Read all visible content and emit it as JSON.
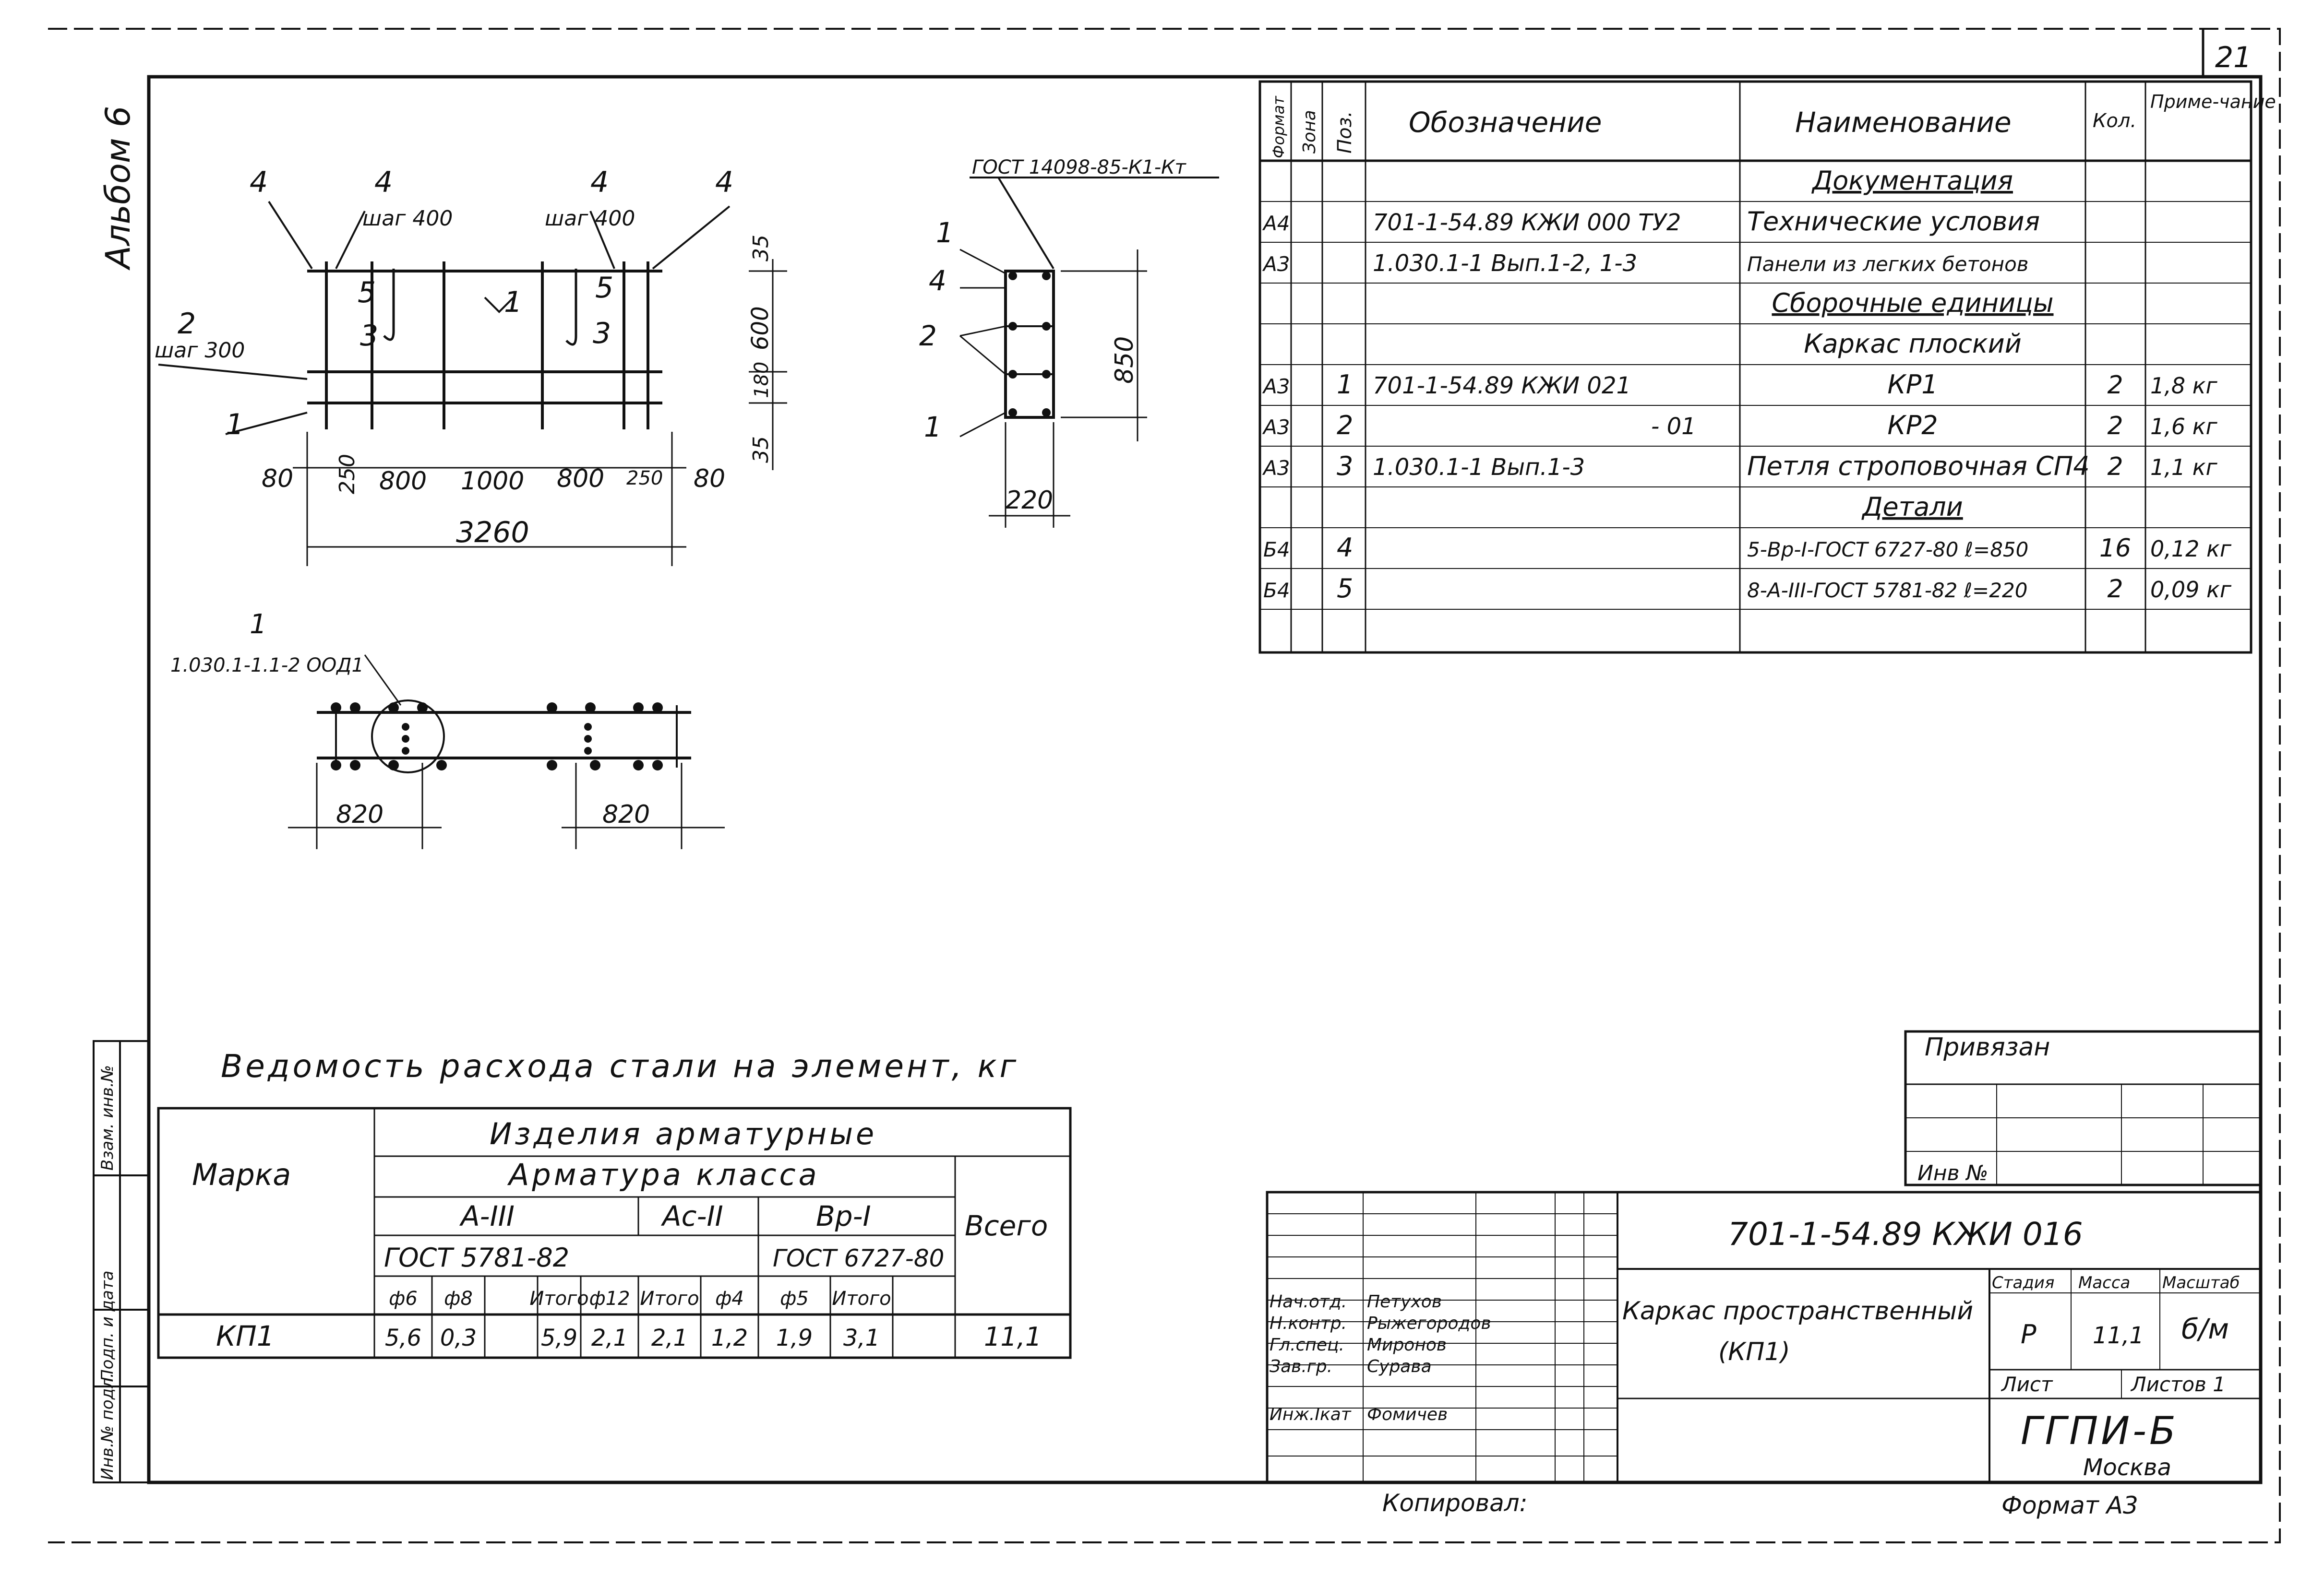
{
  "page": {
    "number": "21",
    "album": "Альбом 6"
  },
  "drawing_main": {
    "labels": {
      "p4a": "4",
      "p4b": "4",
      "p4c": "4",
      "p4d": "4",
      "p2": "2",
      "p1": "1",
      "p5a": "5",
      "p5b": "5",
      "p3a": "3",
      "p3b": "3",
      "p1mid": "1"
    },
    "steps": {
      "s1": "шаг 400",
      "s2": "шаг 400",
      "s3": "шаг 300"
    },
    "dims_h": [
      "80",
      "250",
      "800",
      "1000",
      "800",
      "250",
      "80"
    ],
    "dim_total": "3260",
    "dims_v": [
      "35",
      "600",
      "180",
      "35"
    ]
  },
  "drawing_section": {
    "gost": "ГОСТ 14098-85-К1-Кт",
    "labels": [
      "1",
      "4",
      "2",
      "1"
    ],
    "dim_height": "850",
    "dim_width": "220"
  },
  "drawing_plan": {
    "ref_num": "1",
    "ref": "1.030.1-1.1-2 ООД1",
    "dims": [
      "820",
      "820"
    ]
  },
  "spec": {
    "headers": {
      "format": "Формат",
      "zone": "Зона",
      "pos": "Поз.",
      "designation": "Обозначение",
      "name": "Наименование",
      "qty": "Кол.",
      "note": "Приме-чание"
    },
    "rows": [
      {
        "format": "",
        "pos": "",
        "designation": "",
        "name": "Документация",
        "qty": "",
        "note": "",
        "underline": true
      },
      {
        "format": "А4",
        "pos": "",
        "designation": "701-1-54.89  КЖИ 000 ТУ2",
        "name": "Технические условия",
        "qty": "",
        "note": ""
      },
      {
        "format": "А3",
        "pos": "",
        "designation": "1.030.1-1   Вып.1-2, 1-3",
        "name": "Панели из легких бетонов",
        "qty": "",
        "note": ""
      },
      {
        "format": "",
        "pos": "",
        "designation": "",
        "name": "Сборочные единицы",
        "qty": "",
        "note": "",
        "underline": true
      },
      {
        "format": "",
        "pos": "",
        "designation": "",
        "name": "Каркас   плоский",
        "qty": "",
        "note": ""
      },
      {
        "format": "А3",
        "pos": "1",
        "designation": "701-1-54.89     КЖИ 021",
        "name": "КР1",
        "qty": "2",
        "note": "1,8 кг"
      },
      {
        "format": "А3",
        "pos": "2",
        "designation": "- 01",
        "name": "КР2",
        "qty": "2",
        "note": "1,6 кг"
      },
      {
        "format": "А3",
        "pos": "3",
        "designation": "1.030.1-1    Вып.1-3",
        "name": "Петля строповочная СП4",
        "qty": "2",
        "note": "1,1 кг"
      },
      {
        "format": "",
        "pos": "",
        "designation": "",
        "name": "Детали",
        "qty": "",
        "note": "",
        "underline": true
      },
      {
        "format": "Б4",
        "pos": "4",
        "designation": "",
        "name": "5-Вр-I-ГОСТ 6727-80 ℓ=850",
        "qty": "16",
        "note": "0,12 кг"
      },
      {
        "format": "Б4",
        "pos": "5",
        "designation": "",
        "name": "8-А-III-ГОСТ 5781-82 ℓ=220",
        "qty": "2",
        "note": "0,09 кг"
      },
      {
        "format": "",
        "pos": "",
        "designation": "",
        "name": "",
        "qty": "",
        "note": ""
      }
    ]
  },
  "steel": {
    "title": "Ведомость расхода стали на элемент, кг",
    "marka": "Марка",
    "izdeliya": "Изделия арматурные",
    "armatura": "Арматура класса",
    "classes": [
      "А-III",
      "Ас-II",
      "Вр-I"
    ],
    "gost_a": "ГОСТ 5781-82",
    "gost_b": "ГОСТ 6727-80",
    "total_head": "Всего",
    "cols": [
      "ф6",
      "ф8",
      "",
      "Итого",
      "ф12",
      "Итого",
      "ф4",
      "ф5",
      "Итого"
    ],
    "row": {
      "mark": "КП1",
      "values": [
        "5,6",
        "0,3",
        "",
        "5,9",
        "2,1",
        "2,1",
        "1,2",
        "1,9",
        "3,1"
      ],
      "total": "11,1"
    }
  },
  "side_stamp": [
    "Инв.№ подл.",
    "Подп. и дата",
    "Взам. инв.№"
  ],
  "privyazan": {
    "title": "Привязан",
    "inv": "Инв №"
  },
  "title_block": {
    "code": "701-1-54.89    КЖИ 016",
    "name": "Каркас пространственный (КП1)",
    "roles": [
      {
        "role": "Нач.отд.",
        "person": "Петухов",
        "date": ""
      },
      {
        "role": "Н.контр.",
        "person": "Рыжегородов",
        "date": ""
      },
      {
        "role": "Гл.спец.",
        "person": "Миронов",
        "date": ""
      },
      {
        "role": "Зав.гр.",
        "person": "Сурава",
        "date": ""
      },
      {
        "role": "Инж.Iкат",
        "person": "Фомичев",
        "date": ""
      }
    ],
    "stage_h": "Стадия",
    "mass_h": "Масса",
    "scale_h": "Масштаб",
    "stage": "Р",
    "mass": "11,1",
    "scale": "б/м",
    "sheet_h": "Лист",
    "sheets_h": "Листов 1",
    "org": "ГГПИ-Б",
    "city": "Москва"
  },
  "footer": {
    "copied": "Копировал:",
    "format": "Формат А3"
  }
}
